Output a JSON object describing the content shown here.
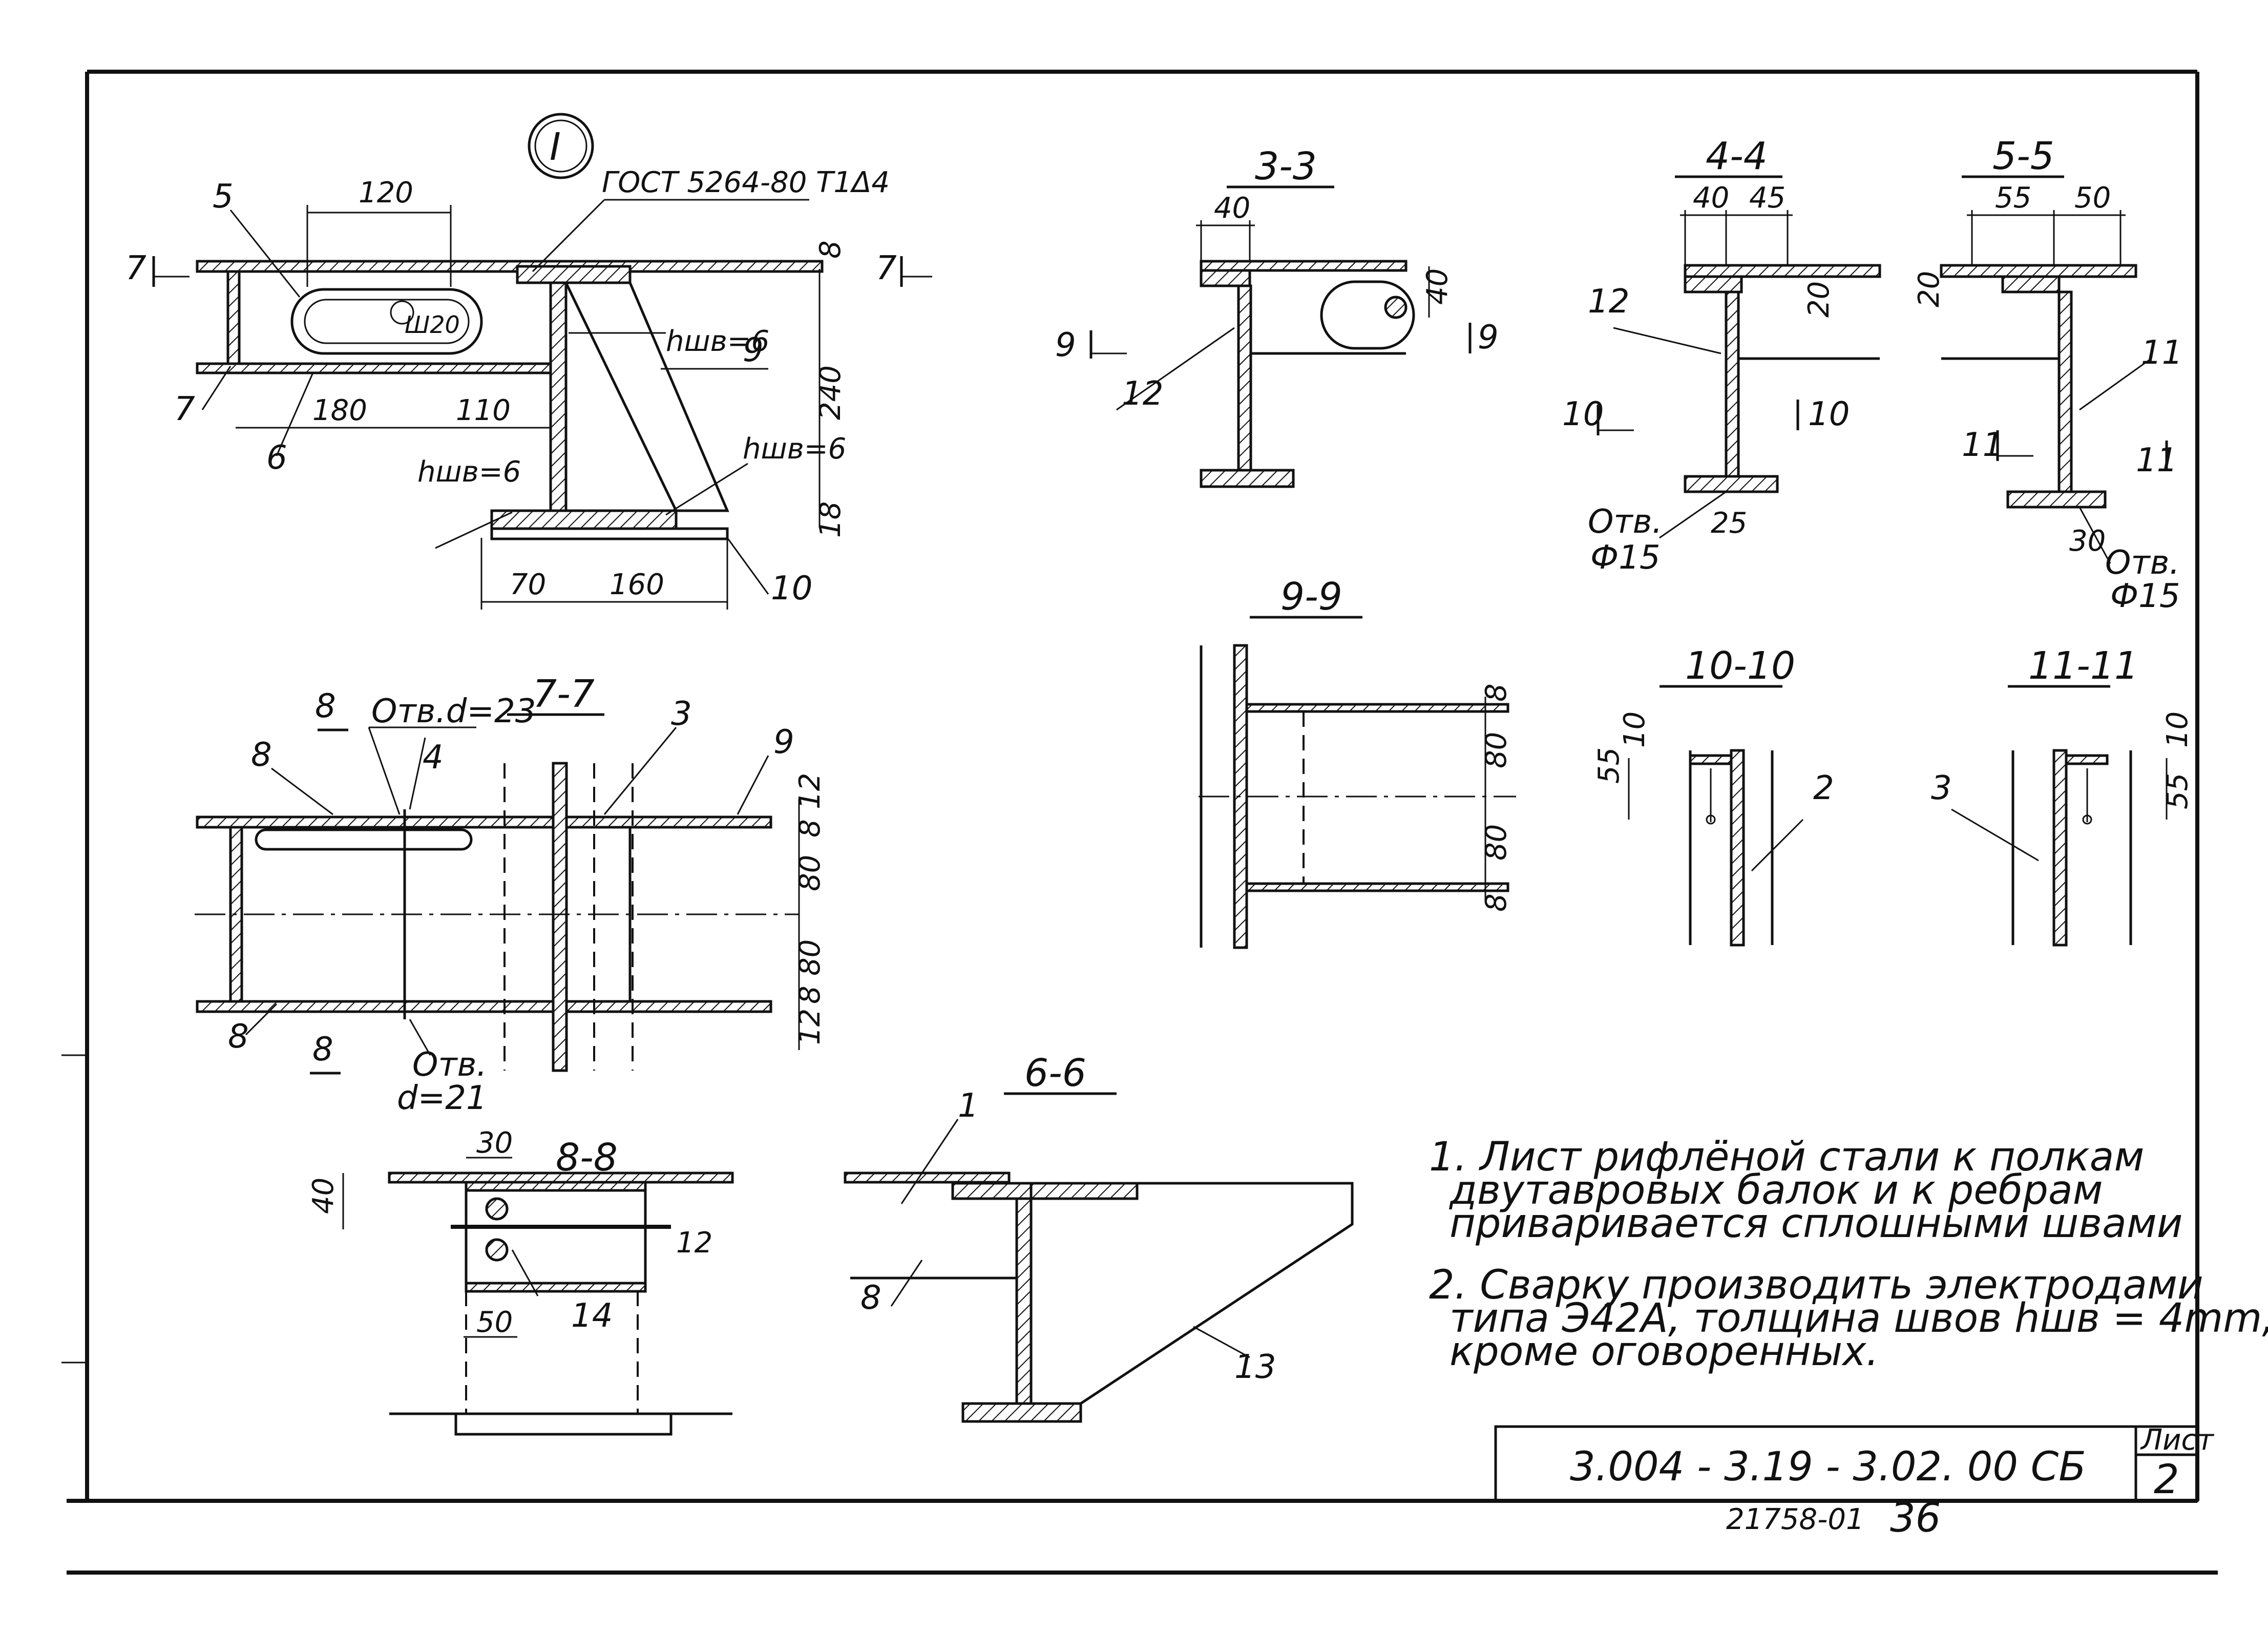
{
  "detail_mark": "I",
  "detail_I": {
    "gost_note": "ГОСТ 5264-80 Т1Δ4",
    "dims": [
      "120",
      "180",
      "110",
      "240",
      "70",
      "160",
      "8",
      "18"
    ],
    "weld_notes": [
      "hшв=6",
      "hшв=6",
      "hшв=6"
    ],
    "callouts": [
      "5",
      "7",
      "6",
      "9",
      "10"
    ],
    "cut_marks": [
      "7",
      "7"
    ],
    "slot_label": "Ш20"
  },
  "section_3_3": {
    "title": "3-3",
    "dims": [
      "40",
      "40"
    ],
    "callouts": [
      "12"
    ],
    "cut_marks": [
      "9",
      "9"
    ]
  },
  "section_4_4": {
    "title": "4-4",
    "dims": [
      "40",
      "45",
      "20",
      "25"
    ],
    "callouts": [
      "12"
    ],
    "cut_marks": [
      "10",
      "10"
    ],
    "hole_note": [
      "Отв.",
      "Ф15"
    ]
  },
  "section_5_5": {
    "title": "5-5",
    "dims": [
      "55",
      "50",
      "20",
      "30"
    ],
    "callouts": [
      "11"
    ],
    "cut_marks": [
      "11",
      "11"
    ],
    "hole_note": [
      "Отв.",
      "Ф15"
    ]
  },
  "section_7_7": {
    "title": "7-7",
    "dims": [
      "12",
      "8",
      "80",
      "80",
      "8",
      "12"
    ],
    "callouts": [
      "8",
      "3",
      "9",
      "8",
      "4"
    ],
    "cut_marks": [
      "8",
      "8"
    ],
    "hole_top": "Отв.d=23",
    "hole_bottom": [
      "Отв.",
      "d=21"
    ]
  },
  "section_9_9": {
    "title": "9-9",
    "dims": [
      "8",
      "80",
      "80",
      "8"
    ]
  },
  "section_10_10": {
    "title": "10-10",
    "dims": [
      "55",
      "10"
    ],
    "callouts": [
      "2"
    ]
  },
  "section_11_11": {
    "title": "11-11",
    "dims": [
      "10",
      "55"
    ],
    "callouts": [
      "3"
    ]
  },
  "section_8_8": {
    "title": "8-8",
    "dims": [
      "30",
      "40",
      "12",
      "50"
    ],
    "callouts": [
      "14"
    ]
  },
  "section_6_6": {
    "title": "6-6",
    "callouts": [
      "1",
      "8",
      "13"
    ]
  },
  "notes": [
    "1. Лист рифлёной стали к полкам",
    "двутавровых балок и к ребрам",
    "приваривается сплошными швами",
    "2. Сварку производить электродами",
    "типа Э42А, толщина швов hшв = 4mm,",
    "кроме оговоренных."
  ],
  "title_block": {
    "code": "3.004 - 3.19 - 3.02. 00 СБ",
    "sheet_label": "Лист",
    "sheet_number": "2"
  },
  "archive_number": "21758-01",
  "page_number": "36"
}
